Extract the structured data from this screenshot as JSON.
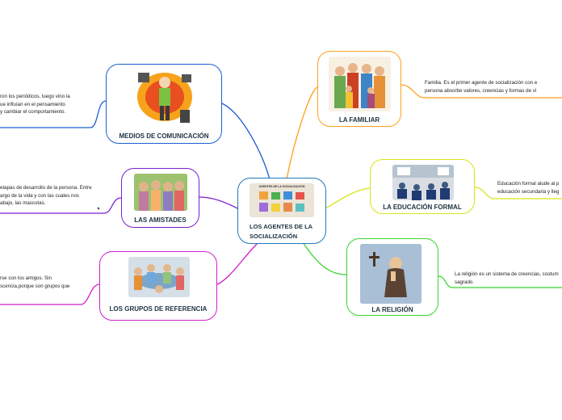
{
  "colors": {
    "center": "#1f77b4",
    "familia": "#ff9f1c",
    "educacion": "#d7e51a",
    "religion": "#39d42c",
    "medios": "#1d5fd1",
    "amistades": "#7a1fd1",
    "grupos": "#cf1fcf"
  },
  "center": {
    "title_line1": "LOS AGENTES DE LA",
    "title_line2": "SOCIALIZACIÓN",
    "image_caption": "AGENTES DE LA SOCIALIZACIÓN"
  },
  "nodes": {
    "familia": {
      "label": "LA FAMILIAR",
      "note_line1": "Familia. Es el primer agente de socialización con e",
      "note_line2": "persona absorbe valores, creencias y formas de vi"
    },
    "educacion": {
      "label": "LA EDUCACIÓN FORMAL",
      "note_line1": "Educación formal alude al p",
      "note_line2": "educación secundaria y lleg"
    },
    "religion": {
      "label": "LA RELIGIÓN",
      "note_line1": "La religión es un sistema de creencias, costum",
      "note_line2": "sagrado."
    },
    "medios": {
      "label": "MEDIOS DE COMUNICACIÓN",
      "note_line1": "ron los periódicos, luego vino la",
      "note_line2": "ue influían en el pensamiento",
      "note_line3": "y cambiar el comportamiento."
    },
    "amistades": {
      "label": "LAS AMISTADES",
      "note_line1": "etapas de desarrollo de la persona. Entre",
      "note_line2": "argo de la vida y con las cuales nos",
      "note_line3": "abajo, las mascotas."
    },
    "grupos": {
      "label": "LOS GRUPOS DE REFERENCIA",
      "note_line1": "rse con los amigos. Sin",
      "note_line2": "scencia,porque son grupos que"
    }
  }
}
